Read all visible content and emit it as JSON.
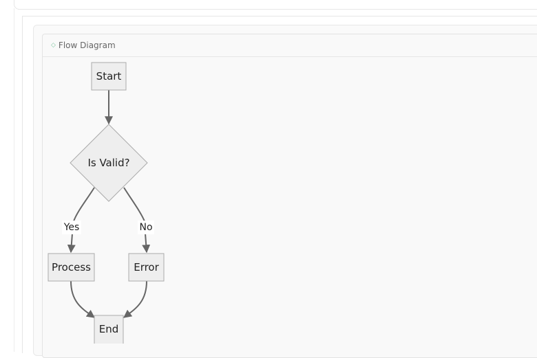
{
  "panel": {
    "title": "Flow Diagram",
    "icon": "diamond-outline-icon",
    "accent": "#7fc7a0"
  },
  "diagram": {
    "nodes": [
      {
        "id": "start",
        "label": "Start",
        "shape": "rect"
      },
      {
        "id": "valid",
        "label": "Is Valid?",
        "shape": "diamond"
      },
      {
        "id": "process",
        "label": "Process",
        "shape": "rect"
      },
      {
        "id": "error",
        "label": "Error",
        "shape": "rect"
      },
      {
        "id": "end",
        "label": "End",
        "shape": "rect"
      }
    ],
    "edges": [
      {
        "from": "start",
        "to": "valid",
        "label": ""
      },
      {
        "from": "valid",
        "to": "process",
        "label": "Yes"
      },
      {
        "from": "valid",
        "to": "error",
        "label": "No"
      },
      {
        "from": "process",
        "to": "end",
        "label": ""
      },
      {
        "from": "error",
        "to": "end",
        "label": ""
      }
    ]
  }
}
